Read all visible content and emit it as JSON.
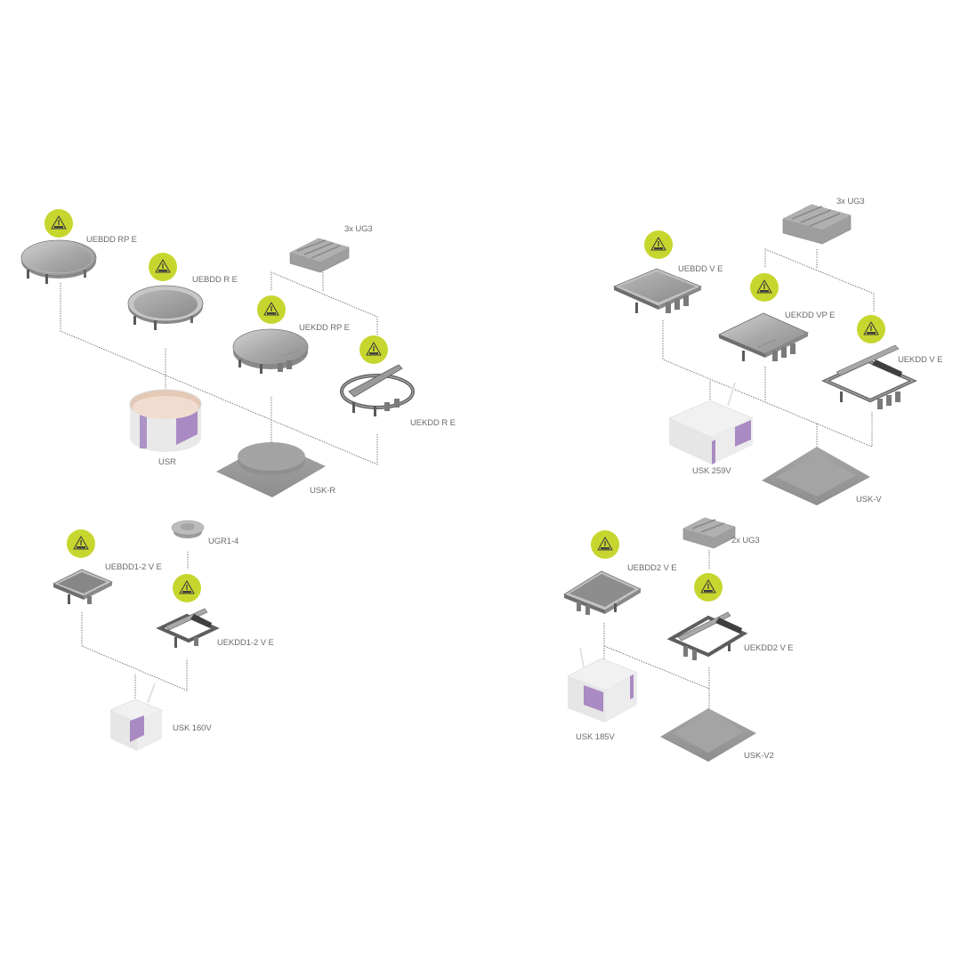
{
  "title": "Floor box system assembly diagram",
  "colors": {
    "badge": "#c7d62e",
    "badge_icon": "#3e3e3e",
    "metal_light": "#c9c9c9",
    "metal_mid": "#9a9a9a",
    "metal_dark": "#6e6e6e",
    "label_text": "#6b6b6b",
    "box_purple": "#a98ac2",
    "box_white": "#ececec",
    "ring_inner": "#e4c9b6",
    "connector": "#555555"
  },
  "badge_icon": "warning-triangle-icon",
  "groups": [
    {
      "id": "round",
      "components": [
        {
          "id": "uebdd-rp-e",
          "label": "UEBDD RP E",
          "type": "round-lid-closed",
          "badge": true
        },
        {
          "id": "uebdd-r-e",
          "label": "UEBDD R E",
          "type": "round-tray",
          "badge": true
        },
        {
          "id": "ug3-round",
          "label": "3x UG3",
          "type": "ug3-insert",
          "badge": false
        },
        {
          "id": "uekdd-rp-e",
          "label": "UEKDD RP E",
          "type": "round-lid-closed",
          "badge": true
        },
        {
          "id": "uekdd-r-e",
          "label": "UEKDD R E",
          "type": "round-frame-open",
          "badge": true
        },
        {
          "id": "usr",
          "label": "USR",
          "type": "round-ring-box",
          "badge": false
        },
        {
          "id": "usk-r",
          "label": "USK-R",
          "type": "screed-cover-round",
          "badge": false
        }
      ]
    },
    {
      "id": "square-large",
      "components": [
        {
          "id": "ug3-square",
          "label": "3x UG3",
          "type": "ug3-insert",
          "badge": false
        },
        {
          "id": "uebdd-v-e",
          "label": "UEBDD V E",
          "type": "square-tray",
          "badge": true
        },
        {
          "id": "uekdd-vp-e",
          "label": "UEKDD VP E",
          "type": "square-lid-closed",
          "badge": true
        },
        {
          "id": "uekdd-v-e",
          "label": "UEKDD V E",
          "type": "square-frame-open",
          "badge": true
        },
        {
          "id": "usk-259v",
          "label": "USK 259V",
          "type": "installation-box",
          "badge": false
        },
        {
          "id": "usk-v",
          "label": "USK-V",
          "type": "screed-cover-square",
          "badge": false
        }
      ]
    },
    {
      "id": "square-small",
      "components": [
        {
          "id": "uebdd1-2-v-e",
          "label": "UEBDD1-2 V E",
          "type": "square-tray",
          "badge": true
        },
        {
          "id": "ugr1-4",
          "label": "UGR1-4",
          "type": "round-insert",
          "badge": false
        },
        {
          "id": "uekdd1-2-v-e",
          "label": "UEKDD1-2 V E",
          "type": "square-frame-open",
          "badge": true
        },
        {
          "id": "usk-160v",
          "label": "USK 160V",
          "type": "installation-box",
          "badge": false
        }
      ]
    },
    {
      "id": "square-medium",
      "components": [
        {
          "id": "ug3-medium",
          "label": "2x UG3",
          "type": "ug3-insert",
          "badge": false
        },
        {
          "id": "uebdd2-v-e",
          "label": "UEBDD2 V E",
          "type": "square-tray",
          "badge": true
        },
        {
          "id": "uekdd2-v-e",
          "label": "UEKDD2 V E",
          "type": "square-frame-open",
          "badge": true
        },
        {
          "id": "usk-185v",
          "label": "USK 185V",
          "type": "installation-box",
          "badge": false
        },
        {
          "id": "usk-v2",
          "label": "USK-V2",
          "type": "screed-cover-square",
          "badge": false
        }
      ]
    }
  ]
}
